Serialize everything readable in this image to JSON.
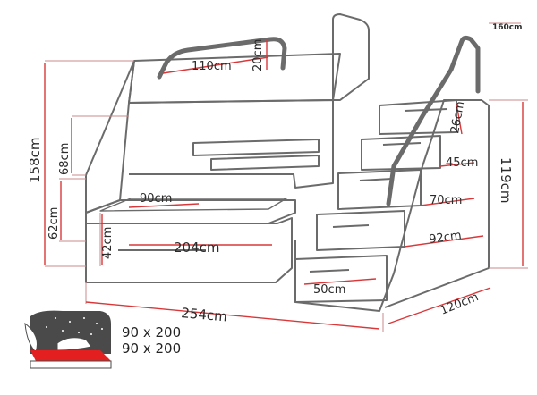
{
  "dimensions": {
    "top_rail_width": "110cm",
    "top_rail_height": "20cm",
    "top_height_label": "160cm",
    "total_height": "158cm",
    "upper_front_height": "68cm",
    "lower_front_height": "62cm",
    "drawer_height": "42cm",
    "lower_bed_width": "90cm",
    "bed_length": "204cm",
    "total_length": "254cm",
    "step1": "26cm",
    "step2": "45cm",
    "step3": "70cm",
    "step4": "92cm",
    "stairs_height": "119cm",
    "stairs_depth": "120cm",
    "bottom_drawer": "50cm"
  },
  "mattress": {
    "line1": "90 x 200",
    "line2": "90 x 200"
  },
  "colors": {
    "outline": "#6b6b6b",
    "dimension_line": "#d9383a",
    "guide_line": "#c98a8a",
    "text": "#2b2b2b",
    "mattress_red": "#e41f1f",
    "icon_dark": "#4a4a4a"
  }
}
